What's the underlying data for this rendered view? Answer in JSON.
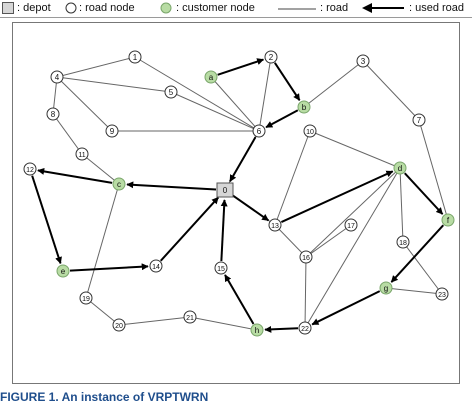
{
  "legend": {
    "depot": ": depot",
    "road_node": ": road node",
    "customer_node": ": customer node",
    "road": ": road",
    "used_road": ": used road"
  },
  "colors": {
    "customer_fill": "#b8dca4",
    "depot_fill": "#d6d6d6",
    "road": "#666666",
    "used_road": "#000000"
  },
  "nodes": [
    {
      "id": "0",
      "type": "depot"
    },
    {
      "id": "1",
      "type": "road"
    },
    {
      "id": "2",
      "type": "road"
    },
    {
      "id": "3",
      "type": "road"
    },
    {
      "id": "4",
      "type": "road"
    },
    {
      "id": "5",
      "type": "road"
    },
    {
      "id": "6",
      "type": "road"
    },
    {
      "id": "7",
      "type": "road"
    },
    {
      "id": "8",
      "type": "road"
    },
    {
      "id": "9",
      "type": "road"
    },
    {
      "id": "10",
      "type": "road"
    },
    {
      "id": "11",
      "type": "road"
    },
    {
      "id": "12",
      "type": "road"
    },
    {
      "id": "13",
      "type": "road"
    },
    {
      "id": "14",
      "type": "road"
    },
    {
      "id": "15",
      "type": "road"
    },
    {
      "id": "16",
      "type": "road"
    },
    {
      "id": "17",
      "type": "road"
    },
    {
      "id": "18",
      "type": "road"
    },
    {
      "id": "19",
      "type": "road"
    },
    {
      "id": "20",
      "type": "road"
    },
    {
      "id": "21",
      "type": "road"
    },
    {
      "id": "22",
      "type": "road"
    },
    {
      "id": "23",
      "type": "road"
    },
    {
      "id": "a",
      "type": "customer"
    },
    {
      "id": "b",
      "type": "customer"
    },
    {
      "id": "c",
      "type": "customer"
    },
    {
      "id": "d",
      "type": "customer"
    },
    {
      "id": "e",
      "type": "customer"
    },
    {
      "id": "f",
      "type": "customer"
    },
    {
      "id": "g",
      "type": "customer"
    },
    {
      "id": "h",
      "type": "customer"
    }
  ],
  "roads": [
    [
      "1",
      "4"
    ],
    [
      "1",
      "6"
    ],
    [
      "4",
      "5"
    ],
    [
      "4",
      "8"
    ],
    [
      "4",
      "9"
    ],
    [
      "5",
      "6"
    ],
    [
      "9",
      "6"
    ],
    [
      "8",
      "11"
    ],
    [
      "11",
      "c"
    ],
    [
      "c",
      "19"
    ],
    [
      "19",
      "20"
    ],
    [
      "20",
      "21"
    ],
    [
      "21",
      "h"
    ],
    [
      "2",
      "6"
    ],
    [
      "a",
      "6"
    ],
    [
      "3",
      "b"
    ],
    [
      "3",
      "7"
    ],
    [
      "7",
      "f"
    ],
    [
      "10",
      "13"
    ],
    [
      "10",
      "d"
    ],
    [
      "16",
      "13"
    ],
    [
      "16",
      "17"
    ],
    [
      "16",
      "22"
    ],
    [
      "d",
      "18"
    ],
    [
      "18",
      "23"
    ],
    [
      "23",
      "g"
    ],
    [
      "d",
      "22"
    ],
    [
      "d",
      "16"
    ],
    [
      "13",
      "0"
    ],
    [
      "6",
      "0"
    ]
  ],
  "used_roads": [
    [
      "a",
      "2"
    ],
    [
      "2",
      "b"
    ],
    [
      "b",
      "6"
    ],
    [
      "6",
      "0"
    ],
    [
      "0",
      "c"
    ],
    [
      "c",
      "12"
    ],
    [
      "12",
      "e"
    ],
    [
      "e",
      "14"
    ],
    [
      "14",
      "0"
    ],
    [
      "0",
      "13"
    ],
    [
      "13",
      "d"
    ],
    [
      "d",
      "f"
    ],
    [
      "f",
      "g"
    ],
    [
      "g",
      "22"
    ],
    [
      "22",
      "h"
    ],
    [
      "h",
      "15"
    ],
    [
      "15",
      "0"
    ]
  ],
  "caption": "FIGURE 1.  An instance of VRPTWRN"
}
